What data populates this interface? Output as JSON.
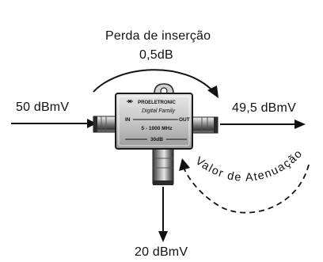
{
  "diagram": {
    "insertion_loss_label": "Perda de inserção",
    "insertion_loss_value": "0,5dB",
    "input_signal": "50 dBmV",
    "output_signal": "49,5 dBmV",
    "tap_signal": "20 dBmV",
    "attenuation_label": "Valor de Atenuação"
  },
  "device": {
    "brand": "PROELETRONIC",
    "script_text": "Digital Family",
    "port_in": "IN",
    "port_out": "OUT",
    "frequency_range": "5 - 1000 MHz",
    "tap_value": "30dB"
  }
}
